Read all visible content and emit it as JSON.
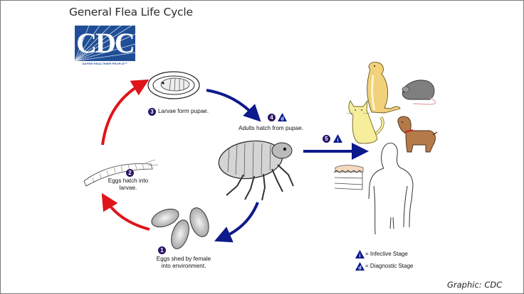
{
  "title": "General Flea Life Cycle",
  "logo": {
    "name": "CDC",
    "tagline": "SAFER·HEALTHIER·PEOPLE™",
    "color": "#1f4e96"
  },
  "stages": [
    {
      "number": "1",
      "label": "Eggs shed by female into environment.",
      "line1": "Eggs shed by female",
      "line2": "into environment."
    },
    {
      "number": "2",
      "label": "Eggs hatch into larvae.",
      "line1": "Eggs hatch into",
      "line2": "larvae."
    },
    {
      "number": "3",
      "label": "Larvae form pupae."
    },
    {
      "number": "4",
      "label": "Adults hatch from pupae.",
      "stage_marker": "d"
    },
    {
      "number": "5",
      "label": "",
      "stage_marker": "i"
    }
  ],
  "legend": {
    "infective": {
      "marker": "i",
      "label": "= Infective Stage"
    },
    "diagnostic": {
      "marker": "d",
      "label": "= Diagnostic Stage"
    }
  },
  "hosts": [
    "prairie-dog",
    "rat",
    "cat",
    "dog",
    "human"
  ],
  "colors": {
    "environment_arrow": "#e0141b",
    "host_arrow": "#0d1a8c",
    "badge": "#2a1566",
    "triangle": "#0d1a8c"
  },
  "credit": "Graphic: CDC"
}
